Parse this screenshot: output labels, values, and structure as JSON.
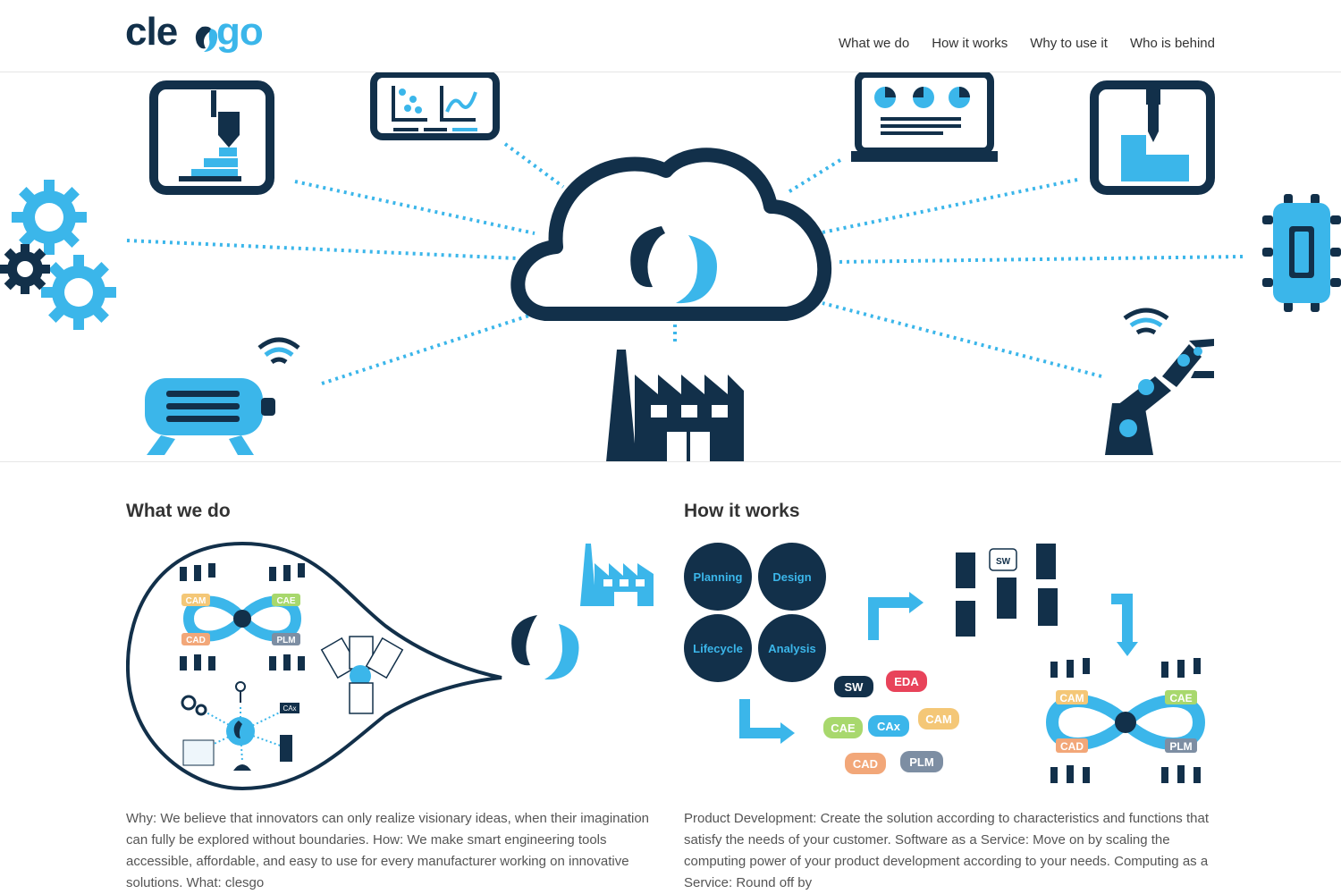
{
  "brand": {
    "name": "clesgo",
    "colors": {
      "dark": "#12304a",
      "accent": "#3bb6ea"
    }
  },
  "nav": {
    "items": [
      {
        "label": "What we do"
      },
      {
        "label": "How it works"
      },
      {
        "label": "Why to use it"
      },
      {
        "label": "Who is behind"
      }
    ]
  },
  "hero": {
    "icons": [
      "3d-printer-icon",
      "dashboard-charts-icon",
      "laptop-report-icon",
      "cnc-mill-icon",
      "gears-icon",
      "microchip-icon",
      "wireless-motor-icon",
      "factory-icon",
      "robot-arm-icon",
      "cloud-logo-icon"
    ]
  },
  "sections": {
    "what_we_do": {
      "title": "What we do",
      "tags": {
        "cam": "CAM",
        "cae": "CAE",
        "cad": "CAD",
        "plm": "PLM",
        "cax": "CAx"
      },
      "text": "Why: We believe that innovators can only realize visionary ideas, when their imagination can fully be explored without boundaries. How: We make smart engineering tools accessible, affordable, and easy to use for every manufacturer working on innovative solutions. What: clesgo"
    },
    "how_it_works": {
      "title": "How it works",
      "circles": [
        "Planning",
        "Design",
        "Lifecycle",
        "Analysis"
      ],
      "clouds": [
        "SW",
        "EDA",
        "CAE",
        "CAx",
        "CAM",
        "CAD",
        "PLM"
      ],
      "server_tag": "SW",
      "loop_tags": {
        "cam": "CAM",
        "cae": "CAE",
        "cad": "CAD",
        "plm": "PLM"
      },
      "text": "Product Development: Create the solution according to characteristics and functions that satisfy the needs of your customer. Software as a Service: Move on by scaling the computing power of your product development according to your needs. Computing as a Service: Round off by"
    }
  }
}
